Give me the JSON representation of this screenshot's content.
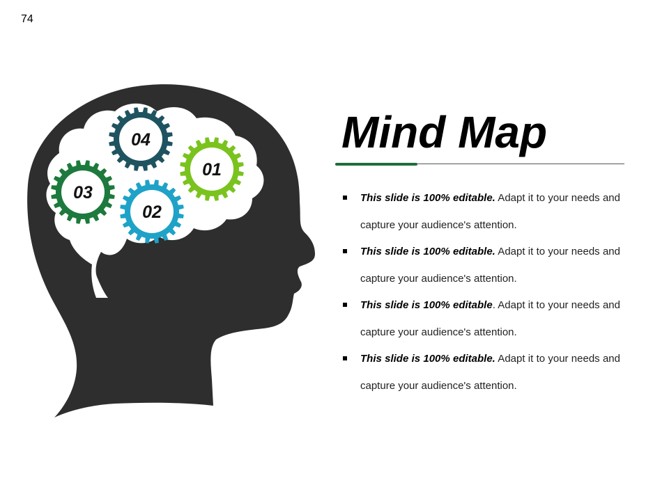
{
  "slide": {
    "number": "74",
    "title": "Mind Map"
  },
  "gears": [
    {
      "label": "01",
      "color": "#7ac31e"
    },
    {
      "label": "02",
      "color": "#1fa2c8"
    },
    {
      "label": "03",
      "color": "#1c7a3c"
    },
    {
      "label": "04",
      "color": "#1f5360"
    }
  ],
  "colors": {
    "head": "#2e2e2e",
    "brain": "#ffffff",
    "accent": "#1e6e3e"
  },
  "bullets": [
    {
      "strong": "This slide is 100% editable.",
      "text": " Adapt it to your needs and capture your audience's attention."
    },
    {
      "strong": "This slide is 100% editable.",
      "text": " Adapt it to your needs and capture your audience's attention."
    },
    {
      "strong": "This slide is 100% editable",
      "text": ". Adapt it to your needs and capture your audience's attention."
    },
    {
      "strong": "This slide is 100% editable.",
      "text": " Adapt it to your needs and capture your audience's attention."
    }
  ]
}
